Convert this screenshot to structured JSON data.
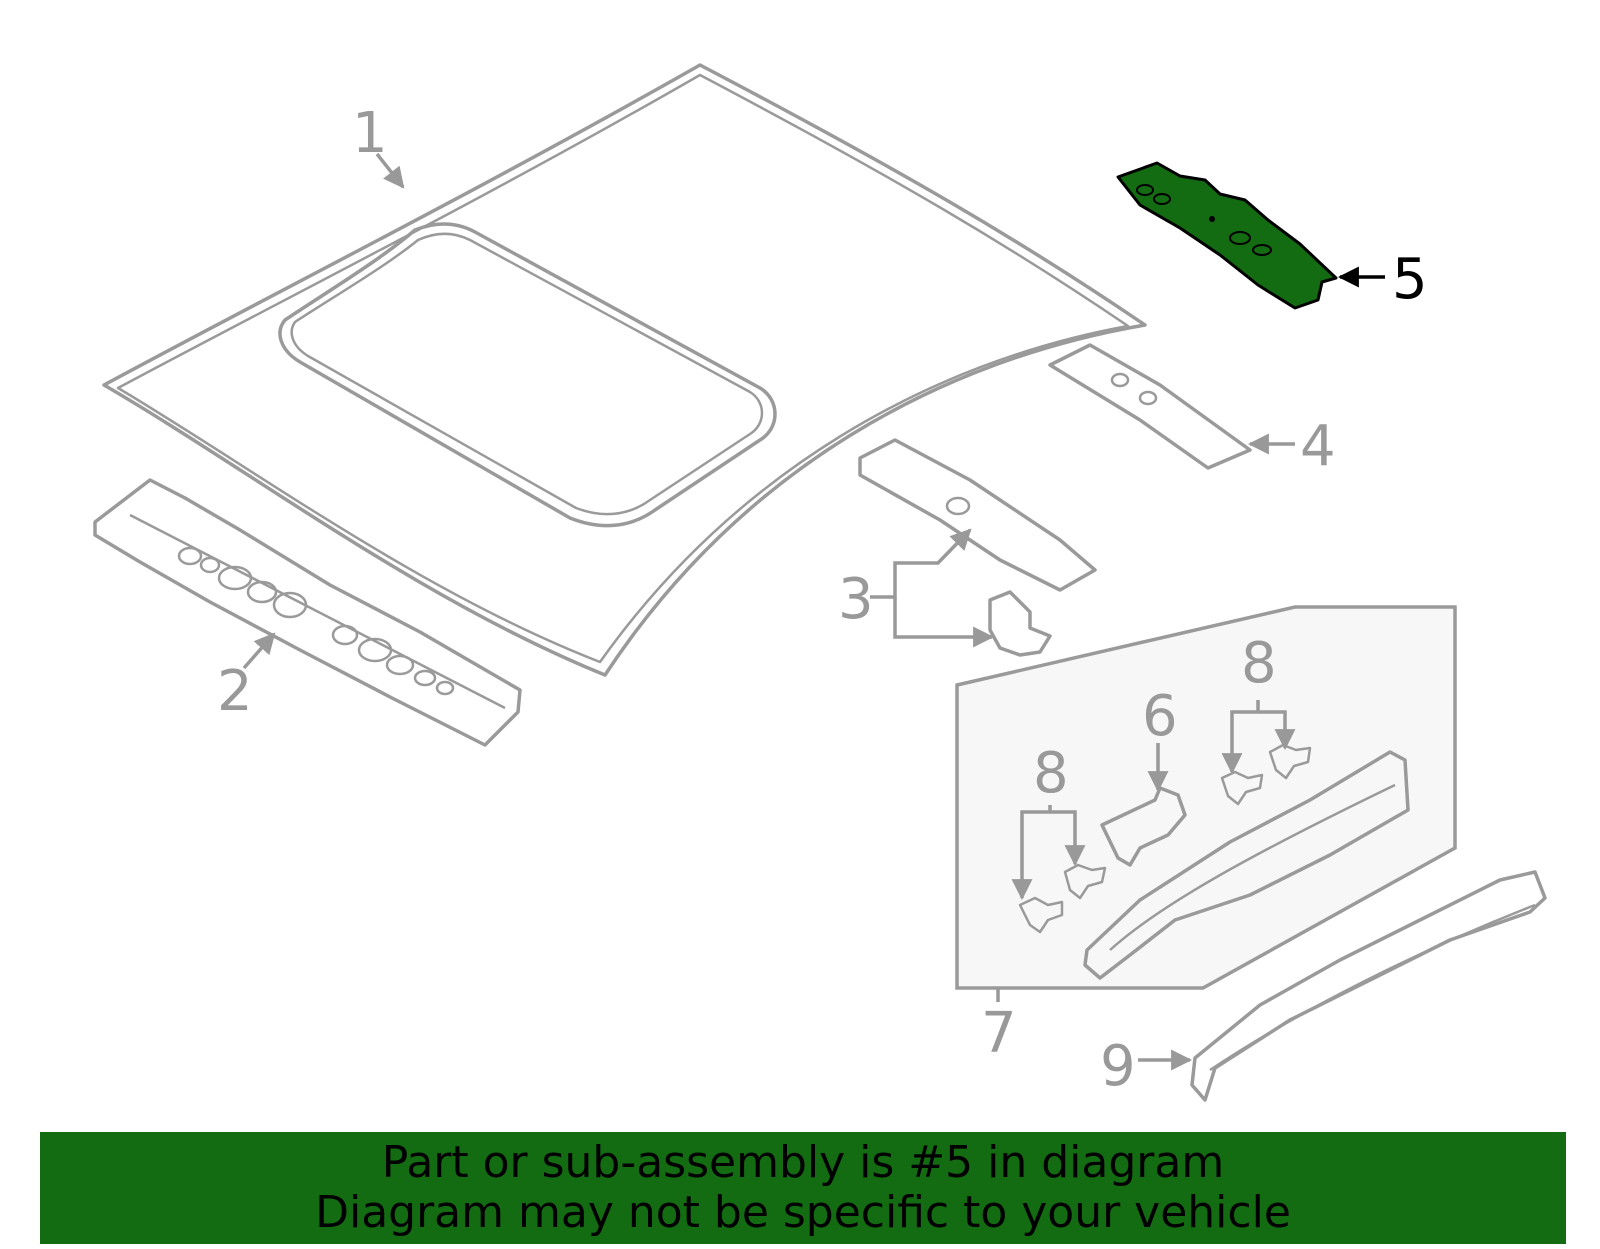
{
  "diagram": {
    "callouts": [
      "1",
      "2",
      "3",
      "4",
      "5",
      "6",
      "7",
      "8",
      "8",
      "9"
    ],
    "highlighted_part": "5",
    "highlight_color": "#136b12"
  },
  "banner": {
    "line1": "Part or sub-assembly is #5 in diagram",
    "line2": "Diagram may not be specific to your vehicle",
    "background": "#136b12"
  }
}
